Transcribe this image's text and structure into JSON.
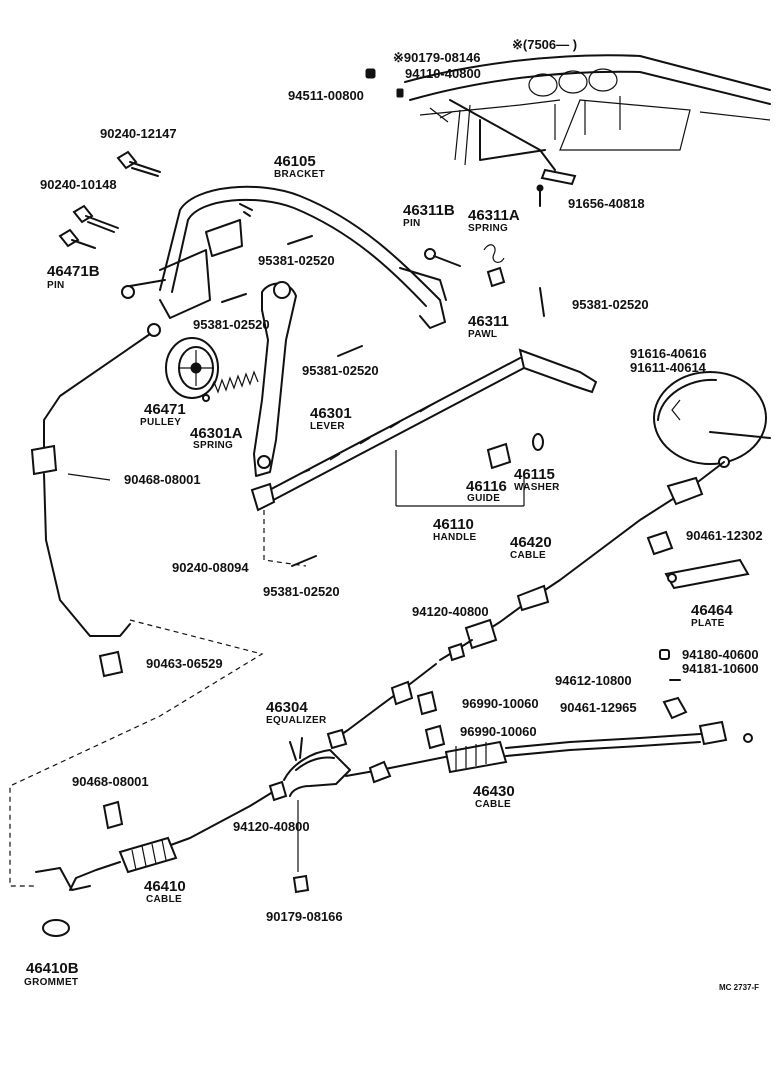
{
  "diagram_code": "MC 2737-F",
  "labels": {
    "l01": "※90179-08146",
    "l02": "※(7506—        )",
    "l03": "94110-40800",
    "l04": "94511-00800",
    "l05": "90240-12147",
    "l06": "46105",
    "l07": "BRACKET",
    "l08": "90240-10148",
    "l09": "46471B",
    "l10": "PIN",
    "l11": "46311B",
    "l12": "PIN",
    "l13": "46311A",
    "l14": "SPRING",
    "l15": "91656-40818",
    "l16": "95381-02520",
    "l17": "95381-02520",
    "l18": "95381-02520",
    "l19": "46311",
    "l20": "PAWL",
    "l21": "95381-02520",
    "l22": "46471",
    "l23": "PULLEY",
    "l24": "46301A",
    "l25": "SPRING",
    "l26": "46301",
    "l27": "LEVER",
    "l28": "91616-40616",
    "l29": "91611-40614",
    "l30": "90468-08001",
    "l31": "46115",
    "l32": "46116",
    "l33": "WASHER",
    "l34": "GUIDE",
    "l35": "46110",
    "l36": "HANDLE",
    "l37": "90240-08094",
    "l38": "46420",
    "l39": "CABLE",
    "l40": "90461-12302",
    "l41": "95381-02520",
    "l42": "46464",
    "l43": "PLATE",
    "l44": "94120-40800",
    "l45": "90463-06529",
    "l46": "94180-40600",
    "l47": "94181-10600",
    "l48": "94612-10800",
    "l49": "96990-10060",
    "l50": "90461-12965",
    "l51": "46304",
    "l52": "EQUALIZER",
    "l53": "96990-10060",
    "l54": "46430",
    "l55": "CABLE",
    "l56": "90468-08001",
    "l57": "94120-40800",
    "l58": "46410",
    "l59": "CABLE",
    "l60": "90179-08166",
    "l61": "46410B",
    "l62": "GROMMET"
  }
}
